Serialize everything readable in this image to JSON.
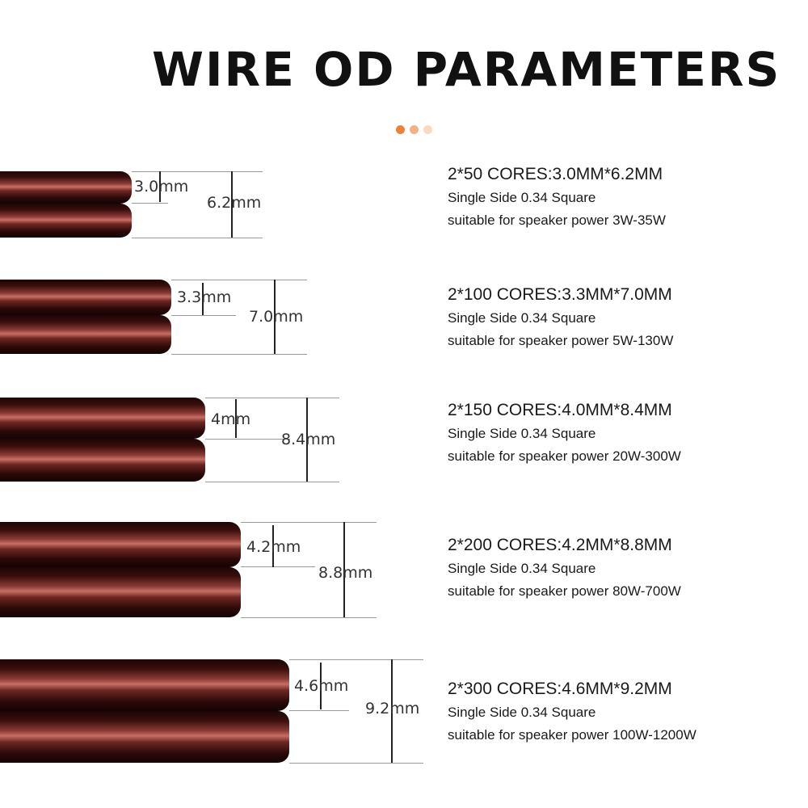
{
  "page": {
    "title": "WIRE OD PARAMETERS"
  },
  "wires": [
    {
      "core_od": "3.0mm",
      "total_od": "6.2mm",
      "heading": "2*50 CORES:3.0MM*6.2MM",
      "line1": "Single Side 0.34 Square",
      "line2": "suitable for speaker power  3W-35W"
    },
    {
      "core_od": "3.3mm",
      "total_od": "7.0mm",
      "heading": "2*100 CORES:3.3MM*7.0MM",
      "line1": "Single Side 0.34 Square",
      "line2": "suitable for speaker power  5W-130W"
    },
    {
      "core_od": "4mm",
      "total_od": "8.4mm",
      "heading": "2*150 CORES:4.0MM*8.4MM",
      "line1": "Single Side 0.34 Square",
      "line2": "suitable for speaker power  20W-300W"
    },
    {
      "core_od": "4.2mm",
      "total_od": "8.8mm",
      "heading": "2*200 CORES:4.2MM*8.8MM",
      "line1": "Single Side 0.34 Square",
      "line2": "suitable for speaker power  80W-700W"
    },
    {
      "core_od": "4.6mm",
      "total_od": "9.2mm",
      "heading": "2*300 CORES:4.6MM*9.2MM",
      "line1": "Single Side 0.34 Square",
      "line2": "suitable for speaker power 100W-1200W"
    }
  ],
  "colors": {
    "wire": "#6e2622",
    "accent_dot": "#e8843a"
  }
}
